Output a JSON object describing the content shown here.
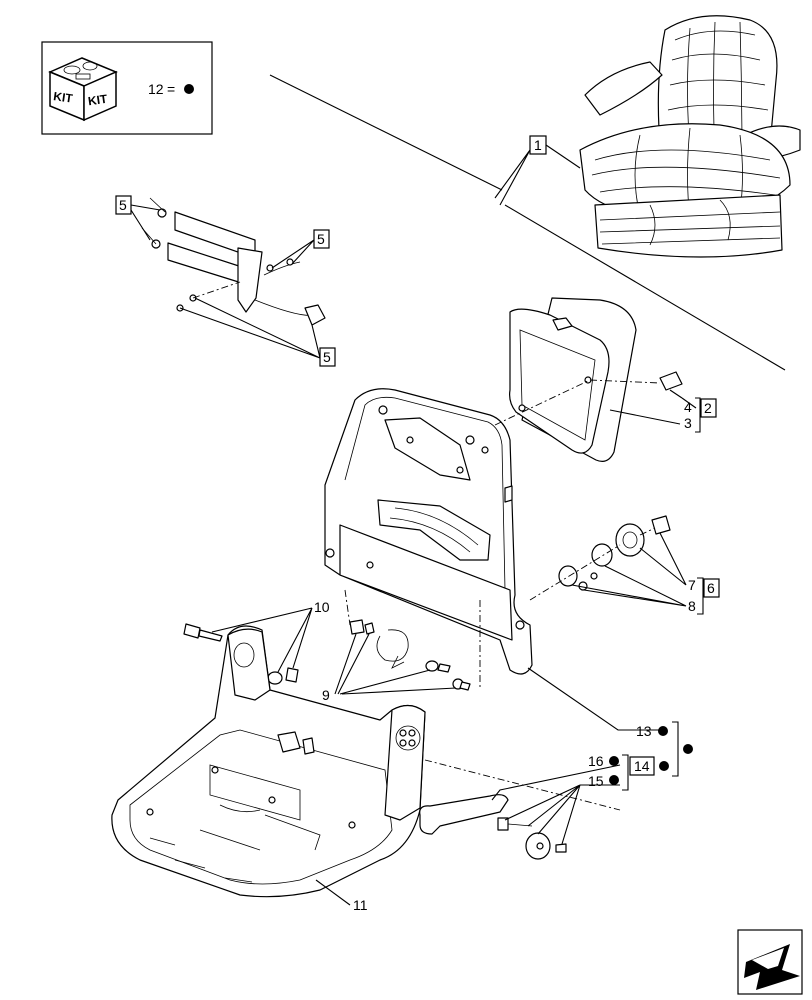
{
  "kit": {
    "badge_left": "KIT",
    "badge_right": "KIT",
    "legend_ref": "12",
    "legend_sign": "="
  },
  "callouts": {
    "c1": "1",
    "c2": "2",
    "c3": "3",
    "c4": "4",
    "c5": "5",
    "c6": "6",
    "c7": "7",
    "c8": "8",
    "c9": "9",
    "c10": "10",
    "c11": "11",
    "c13": "13",
    "c14": "14",
    "c15": "15",
    "c16": "16"
  },
  "icons": {
    "kit": "kit-box-icon",
    "nav": "next-page-arrow-icon",
    "marker": "filled-circle-marker"
  },
  "colors": {
    "ink": "#000000",
    "paper": "#ffffff"
  }
}
